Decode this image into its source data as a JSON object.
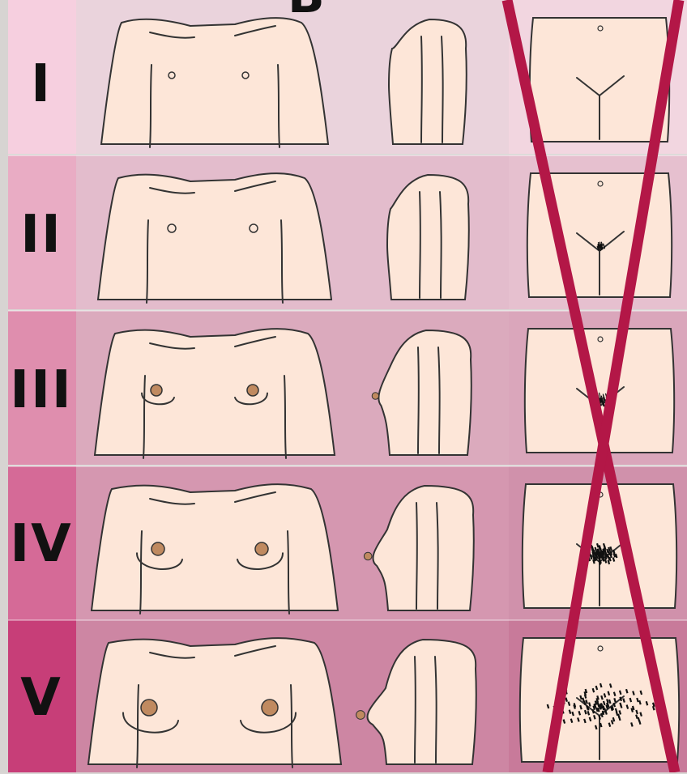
{
  "header_letter": "B",
  "stages": [
    {
      "label": "I"
    },
    {
      "label": "II"
    },
    {
      "label": "III"
    },
    {
      "label": "IV"
    },
    {
      "label": "V"
    }
  ],
  "colors": {
    "skin": "#fde6d8",
    "outline": "#333333",
    "areola": "#c08a60",
    "cross": "#b31747",
    "row_bgs": [
      "#ead3dc",
      "#e3bccc",
      "#dbaabd",
      "#d597b0",
      "#cd86a3"
    ],
    "label_bgs": [
      "#f6cfdf",
      "#e9acc4",
      "#df8eae",
      "#d56a97",
      "#c73e78"
    ],
    "col3_bgs": [
      "#f2d6e0",
      "#e6c0cf",
      "#daa6bb",
      "#d091ab",
      "#c87a9a"
    ]
  }
}
